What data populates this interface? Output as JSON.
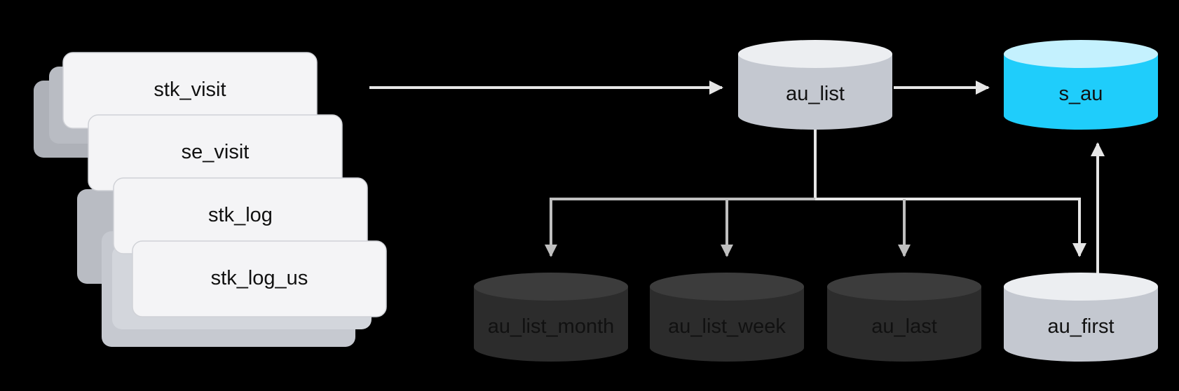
{
  "sources": [
    {
      "label": "stk_visit"
    },
    {
      "label": "se_visit"
    },
    {
      "label": "stk_log"
    },
    {
      "label": "stk_log_us"
    }
  ],
  "tables": {
    "au_list": "au_list",
    "s_au": "s_au",
    "au_list_month": "au_list_month",
    "au_list_week": "au_list_week",
    "au_last": "au_last",
    "au_first": "au_first"
  },
  "colors": {
    "background": "#000000",
    "card_fill": "#f4f4f6",
    "shadow_card": "#c9ccd4",
    "db_light": "#c4c8d0",
    "db_light_top": "#eceef1",
    "db_highlight": "#1fcdfb",
    "db_highlight_top": "#c4f1fe",
    "db_dark": "#2c2c2c",
    "db_dark_top": "#3c3c3c",
    "arrow_light": "#e6e6e6",
    "arrow_dark": "#bfbfbf"
  }
}
